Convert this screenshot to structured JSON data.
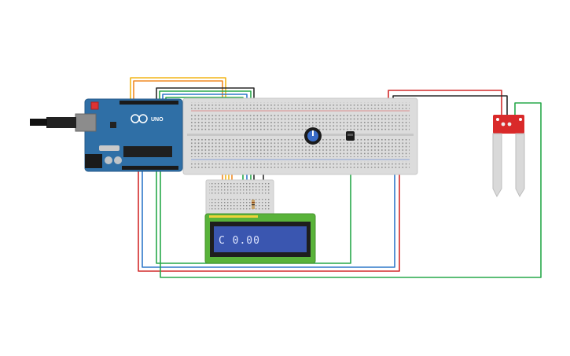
{
  "lcd": {
    "display_text": "C 0.00"
  },
  "arduino": {
    "board_label": "UNO"
  },
  "colors": {
    "wire_red": "#d22b2b",
    "wire_blue": "#2f78c9",
    "wire_green": "#27a84a",
    "wire_yellow": "#f2b51a",
    "wire_orange": "#f08a24",
    "wire_black": "#2a2a2a",
    "arduino_board": "#2f6fa6",
    "lcd_frame": "#59b33a",
    "lcd_screen": "#3a56b0",
    "sensor_board": "#d92a2a"
  },
  "icons": [
    "arduino-board",
    "usb-connector",
    "dc-jack",
    "breadboard",
    "potentiometer",
    "temperature-sensor",
    "lcd-display",
    "soil-moisture-sensor"
  ]
}
